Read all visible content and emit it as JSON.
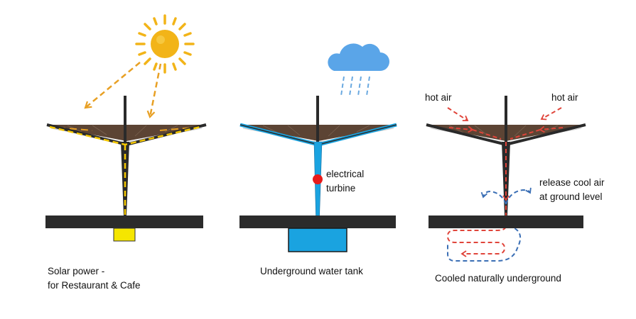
{
  "panels": [
    {
      "id": "solar",
      "caption_line1": "Solar power -",
      "caption_line2": "for Restaurant & Cafe",
      "icon": "sun-icon",
      "accent_color": "#f5c800"
    },
    {
      "id": "water",
      "caption": "Underground water tank",
      "icon": "rain-cloud-icon",
      "turbine_label_line1": "electrical",
      "turbine_label_line2": "turbine",
      "accent_color": "#1aa3e0"
    },
    {
      "id": "cooling",
      "caption": "Cooled naturally underground",
      "hot_air_left": "hot air",
      "hot_air_right": "hot air",
      "release_line1": "release cool air",
      "release_line2": "at ground level",
      "hot_color": "#e0443a",
      "cool_color": "#3b6fb5"
    }
  ],
  "colors": {
    "canopy": "#5c4434",
    "frame": "#2a2a2a",
    "ground": "#2b2b2b",
    "sun": "#f2b418",
    "sun_arrows": "#e8a024",
    "rain": "#6aa9e0",
    "cloud": "#5aa5e8"
  }
}
